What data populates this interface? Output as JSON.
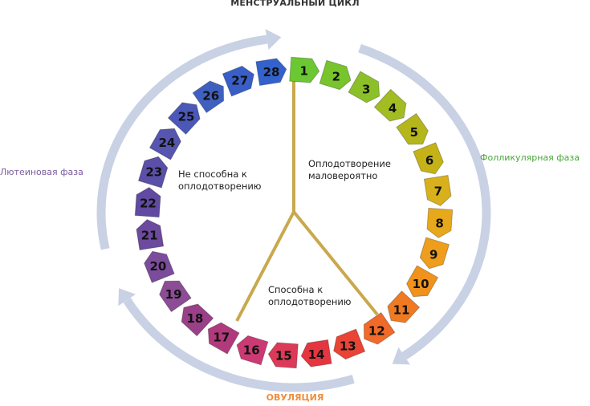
{
  "title": "МЕНСТРУАЛЬНЫЙ ЦИКЛ",
  "phases": {
    "luteal": "Лютеиновая фаза",
    "follicular": "Фолликулярная фаза",
    "ovulation": "ОВУЛЯЦИЯ"
  },
  "regions": {
    "left": {
      "line1": "Не способна к",
      "line2": "оплодотворению"
    },
    "right": {
      "line1": "Оплодотворение",
      "line2": "маловероятно"
    },
    "bottom": {
      "line1": "Способна к",
      "line2": "оплодотворению"
    }
  },
  "days": [
    "1",
    "2",
    "3",
    "4",
    "5",
    "6",
    "7",
    "8",
    "9",
    "10",
    "11",
    "12",
    "13",
    "14",
    "15",
    "16",
    "17",
    "18",
    "19",
    "20",
    "21",
    "22",
    "23",
    "24",
    "25",
    "26",
    "27",
    "28"
  ],
  "colors": {
    "arrows": "#c9d1e4",
    "divider": "#c9a84e",
    "day_colors": [
      "#6cc832",
      "#78c42d",
      "#8cc028",
      "#a2bd22",
      "#b4b61c",
      "#c4b217",
      "#d8b01c",
      "#e8a81c",
      "#ee9d1c",
      "#f0921c",
      "#f07a22",
      "#f06a2a",
      "#ea4436",
      "#e53640",
      "#dc3a58",
      "#cc3a74",
      "#b03a7c",
      "#9a4088",
      "#8c4c96",
      "#7c4c9c",
      "#6c4a9e",
      "#604aa2",
      "#5a50a8",
      "#5656b0",
      "#4c58b8",
      "#4060c0",
      "#3a5ec8",
      "#3362cc"
    ]
  }
}
